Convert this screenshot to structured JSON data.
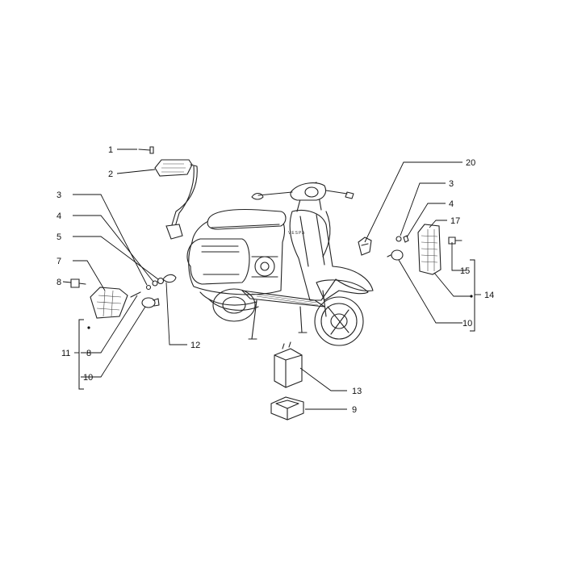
{
  "scooter": {
    "brand": "VESPA"
  },
  "callouts": {
    "c1": "1",
    "c2": "2",
    "c3_left": "3",
    "c4_left": "4",
    "c5": "5",
    "c7": "7",
    "c8_top": "8",
    "c8_bottom": "8",
    "c10_left": "10",
    "c11": "11",
    "c12": "12",
    "c13": "13",
    "c9": "9",
    "c20": "20",
    "c3_right": "3",
    "c4_right": "4",
    "c17": "17",
    "c15": "15",
    "c14": "14",
    "c10_right": "10"
  }
}
